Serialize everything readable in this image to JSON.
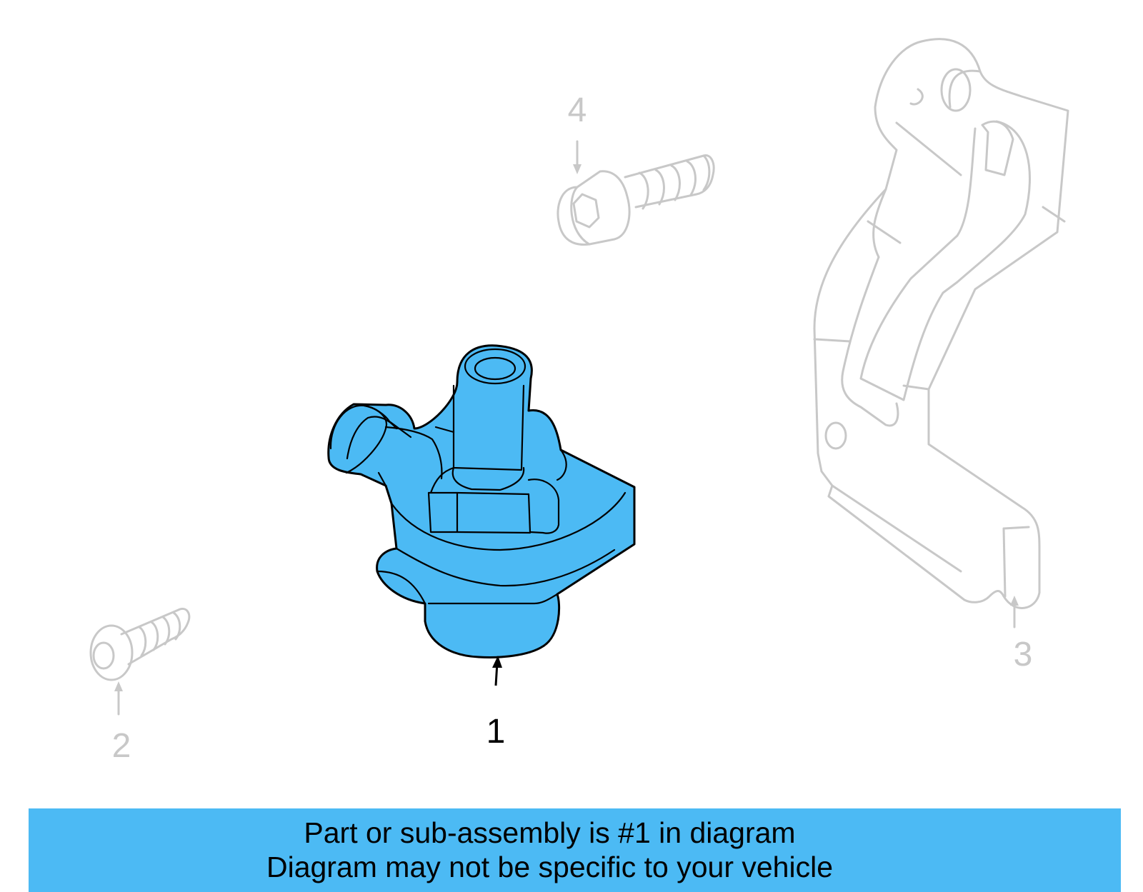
{
  "callouts": {
    "part1": "1",
    "part2": "2",
    "part3": "3",
    "part4": "4"
  },
  "footer": {
    "line1": "Part or sub-assembly is #1 in diagram",
    "line2": "Diagram may not be specific to your vehicle"
  },
  "colors": {
    "highlight": "#4cbaf4",
    "ghost": "#c8c8c8",
    "outline": "#000000"
  }
}
